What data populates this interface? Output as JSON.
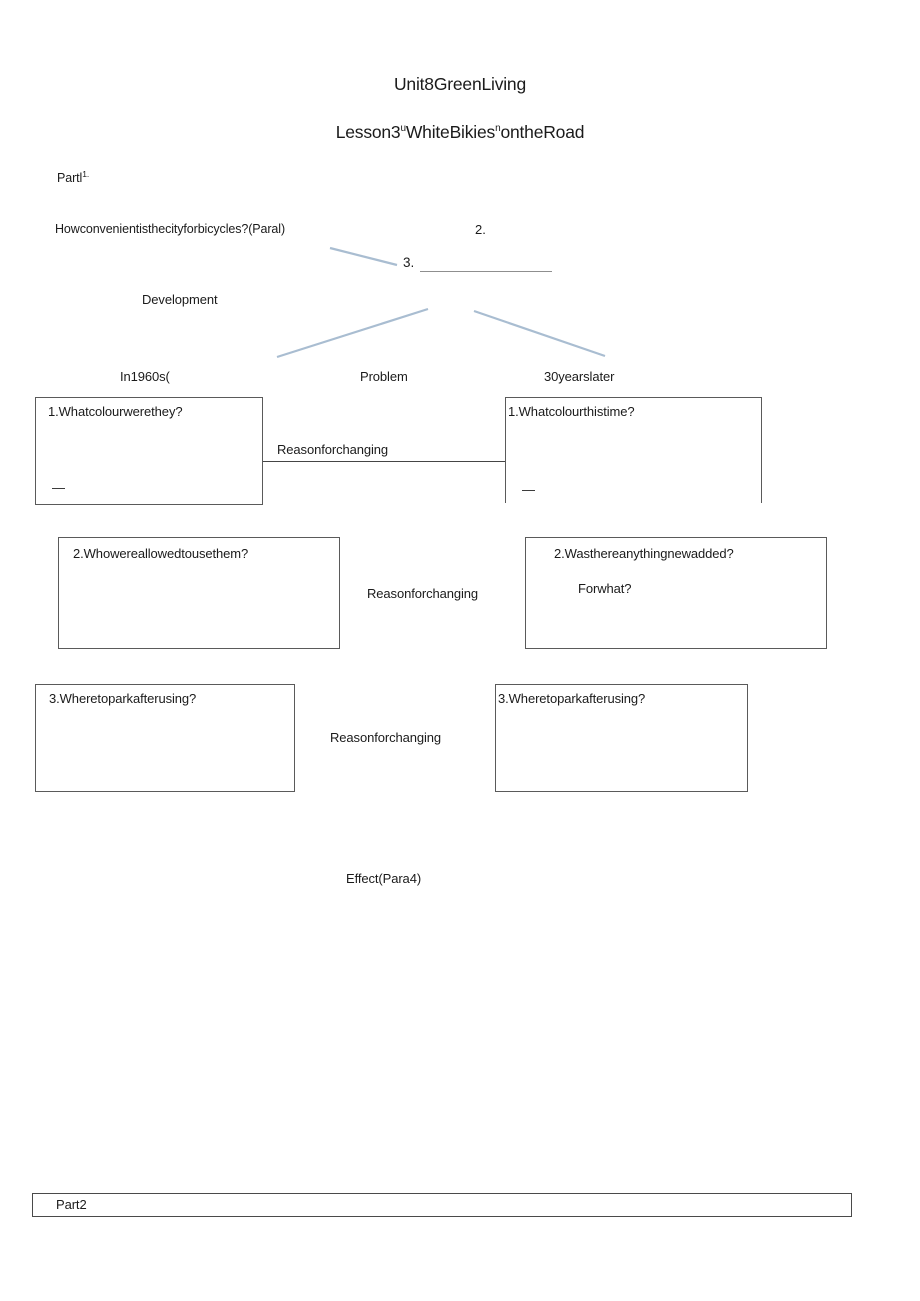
{
  "document": {
    "title": "Unit8GreenLiving",
    "lesson": {
      "prefix": "Lesson3",
      "open_quote": "u",
      "quoted": "WhiteBikies",
      "close_quote": "n",
      "suffix": "ontheRoad"
    },
    "part1": {
      "text": "Partl",
      "superscript": "1."
    },
    "intro": {
      "question": "Howconvenientisthecityforbicycles?(Paral)",
      "item2": "2.",
      "item3": "3."
    },
    "development_label": "Development",
    "branches": {
      "left": "In1960s(",
      "center": "Problem",
      "right": "30yearslater"
    },
    "rows": [
      {
        "left": "1.Whatcolourwerethey?",
        "left_dash": "—",
        "connector": "Reasonforchanging",
        "right": "1.Whatcolourthistime?",
        "right_dash": "—"
      },
      {
        "left": "2.Whowereallowedtousethem?",
        "connector": "Reasonforchanging",
        "right": "2.Wasthereanythingnewadded?",
        "right_sub": "Forwhat?"
      },
      {
        "left": "3.Wheretoparkafterusing?",
        "connector": "Reasonforchanging",
        "right": "3.Wheretoparkafterusing?"
      }
    ],
    "effect_label": "Effect(Para4)",
    "part2_label": "Part2",
    "colors": {
      "connector_blue": "#a9bdd1",
      "blank_underline": "#8f8f8f",
      "box_border": "#5a5a5a",
      "text": "#1b1b1b"
    }
  }
}
